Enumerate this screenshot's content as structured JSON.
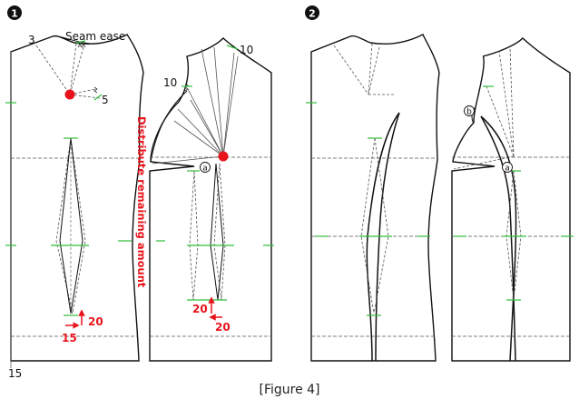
{
  "figure": {
    "caption": "[Figure 4]",
    "step1": {
      "marker": "1"
    },
    "step2": {
      "marker": "2"
    }
  },
  "labels": {
    "seam_ease": "Seam ease",
    "distribute": "Distribute remaining amount",
    "n3": "3",
    "n5": "5",
    "n10_top": "10",
    "n10_side": "10",
    "n15_left": "15",
    "n15_dart": "15",
    "n20_front": "20",
    "n20_back_a": "20",
    "n20_back_b": "20",
    "point_a_1": "a",
    "point_a_2": "a",
    "point_b": "b"
  },
  "colors": {
    "accent_red": "#e8141b",
    "guide_green": "#2fbf3a",
    "line": "#111111",
    "dashed": "#555555"
  }
}
